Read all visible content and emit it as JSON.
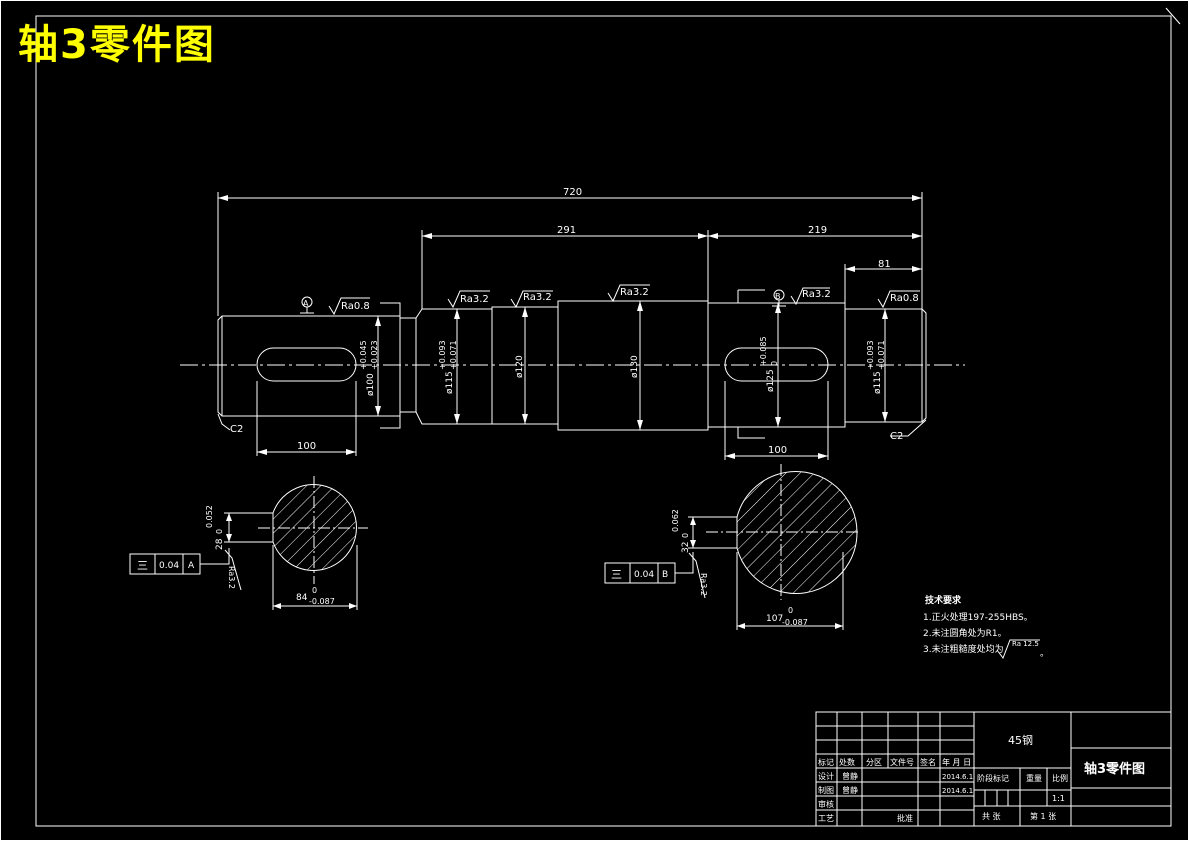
{
  "title": "轴3零件图",
  "colors": {
    "background": "#000000",
    "lines": "#ffffff",
    "title": "#ffff00"
  },
  "dimensions": {
    "overall_length": "720",
    "middle_length": "291",
    "right_length": "219",
    "right_end_length": "81",
    "left_keyway_length": "100",
    "right_keyway_length": "100",
    "dia_left_end": "ø100",
    "dia_left_end_tol_upper": "+0.045",
    "dia_left_end_tol_lower": "+0.023",
    "dia_bearing_left": "ø115",
    "dia_bearing_left_tol_upper": "+0.093",
    "dia_bearing_left_tol_lower": "+0.071",
    "dia_shoulder": "ø120",
    "dia_collar": "ø130",
    "dia_gear_seat": "ø125",
    "dia_gear_seat_tol_upper": "+0.085",
    "dia_gear_seat_tol_lower": "0",
    "dia_bearing_right": "ø115",
    "dia_bearing_right_tol_upper": "+0.093",
    "dia_bearing_right_tol_lower": "+0.071",
    "chamfer_left": "C2",
    "chamfer_right": "C2"
  },
  "roughness": {
    "left_end": "Ra0.8",
    "bearing_left": "Ra3.2",
    "shoulder": "Ra3.2",
    "collar": "Ra3.2",
    "gear_seat": "Ra3.2",
    "bearing_right": "Ra0.8"
  },
  "datums": {
    "left": "A",
    "right": "B"
  },
  "section_left": {
    "key_width": "28",
    "key_width_tol_upper": "0.052",
    "key_width_tol_lower": "0",
    "depth": "84",
    "depth_tol_upper": "0",
    "depth_tol_lower": "-0.087",
    "tolerance_symbol": "三",
    "tolerance_value": "0.04",
    "tolerance_datum": "A",
    "roughness": "Ra3.2"
  },
  "section_right": {
    "key_width": "32",
    "key_width_tol_upper": "0.062",
    "key_width_tol_lower": "0",
    "depth": "107",
    "depth_tol_upper": "0",
    "depth_tol_lower": "-0.087",
    "tolerance_symbol": "三",
    "tolerance_value": "0.04",
    "tolerance_datum": "B",
    "roughness": "Ra3.2"
  },
  "technical_requirements": {
    "heading": "技术要求",
    "items": [
      "1.正火处理197-255HBS。",
      "2.未注圆角处为R1。",
      "3.未注粗糙度处均为"
    ],
    "roughness_symbol": "Ra 12.5",
    "end_mark": "。"
  },
  "title_block": {
    "material": "45钢",
    "drawing_name": "轴3零件图",
    "labels": {
      "mark": "标记",
      "count": "处数",
      "zone": "分区",
      "doc_no": "文件号",
      "sign": "签名",
      "date": "年 月 日",
      "design": "设计",
      "drawing": "制图",
      "review": "审核",
      "process": "工艺",
      "approve": "批准",
      "stage_mark": "阶段标记",
      "weight": "重量",
      "scale": "比例"
    },
    "designer": "曾静",
    "drafter": "曾静",
    "design_date": "2014.6.1",
    "draw_date": "2014.6.1",
    "scale": "1:1",
    "sheets_total": "共  张",
    "sheet_no": "第 1 张"
  }
}
